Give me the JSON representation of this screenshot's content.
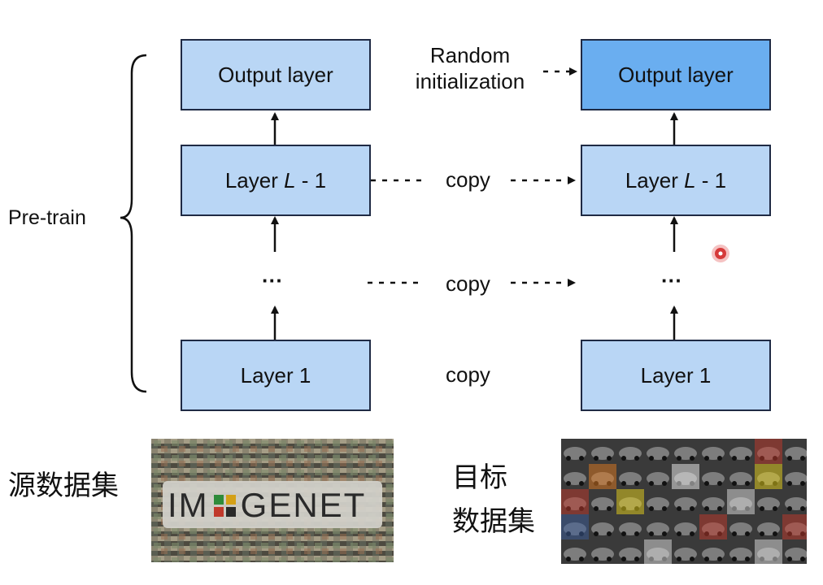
{
  "left_column": {
    "output": "Output layer",
    "layer_l_prefix": "Layer ",
    "layer_l_var": "L",
    "layer_l_suffix": " - 1",
    "dots": "···",
    "layer1": "Layer 1"
  },
  "right_column": {
    "output": "Output layer",
    "layer_l_prefix": "Layer ",
    "layer_l_var": "L",
    "layer_l_suffix": " - 1",
    "dots": "···",
    "layer1": "Layer 1"
  },
  "middle": {
    "random_line1": "Random",
    "random_line2": "initialization",
    "copy_top": "copy",
    "copy_mid": "copy",
    "copy_bottom": "copy"
  },
  "pretrain_label": "Pre-train",
  "source_dataset_label": "源数据集",
  "target_dataset_label_line1": "目标",
  "target_dataset_label_line2": "数据集",
  "imagenet_logo": {
    "text_im": "IM",
    "text_genet": "GENET"
  },
  "colors": {
    "box_fill": "#b9d6f5",
    "target_output_fill": "#6aaef0",
    "box_border": "#1f2a44",
    "cursor_dot": "#d63a3a"
  },
  "icons": [
    "cursor-dot-icon"
  ]
}
